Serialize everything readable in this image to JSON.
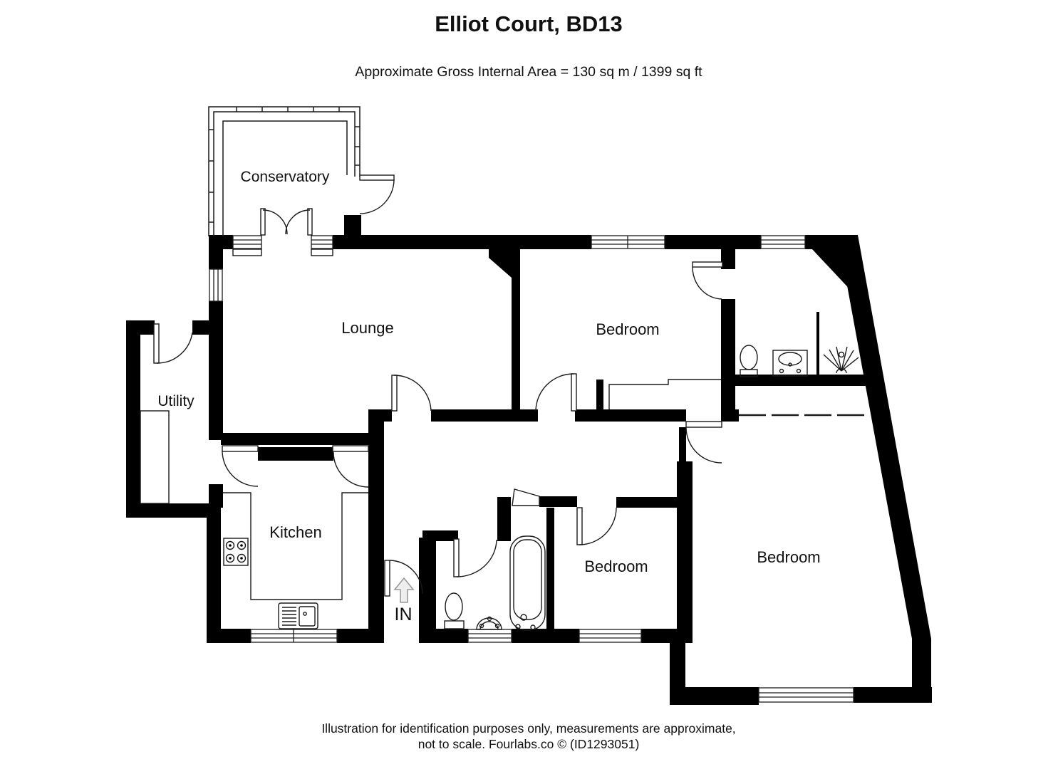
{
  "page": {
    "title": "Elliot Court, BD13",
    "subtitle": "Approximate Gross Internal Area = 130 sq m / 1399 sq ft",
    "footer_line1": "Illustration for identification purposes only, measurements are approximate,",
    "footer_line2": "not to scale. Fourlabs.co © (ID1293051)"
  },
  "rooms": {
    "conservatory": {
      "label": "Conservatory"
    },
    "lounge": {
      "label": "Lounge"
    },
    "bedroom_top": {
      "label": "Bedroom"
    },
    "utility": {
      "label": "Utility"
    },
    "kitchen": {
      "label": "Kitchen"
    },
    "bedroom_middle": {
      "label": "Bedroom"
    },
    "bedroom_main": {
      "label": "Bedroom"
    },
    "entrance": {
      "label": "IN"
    }
  },
  "colors": {
    "wall": "#000000",
    "background": "#ffffff",
    "line": "#1a1a1a",
    "entry_arrow": "#9a9a9a"
  },
  "fixtures": [
    "toilet-icon",
    "bathroom-sink-icon",
    "shower-icon",
    "bathtub-icon",
    "pedestal-sink-icon",
    "hob-icon",
    "kitchen-sink-icon",
    "worktop",
    "utility-counter",
    "built-in-cupboard",
    "entry-arrow-icon"
  ]
}
